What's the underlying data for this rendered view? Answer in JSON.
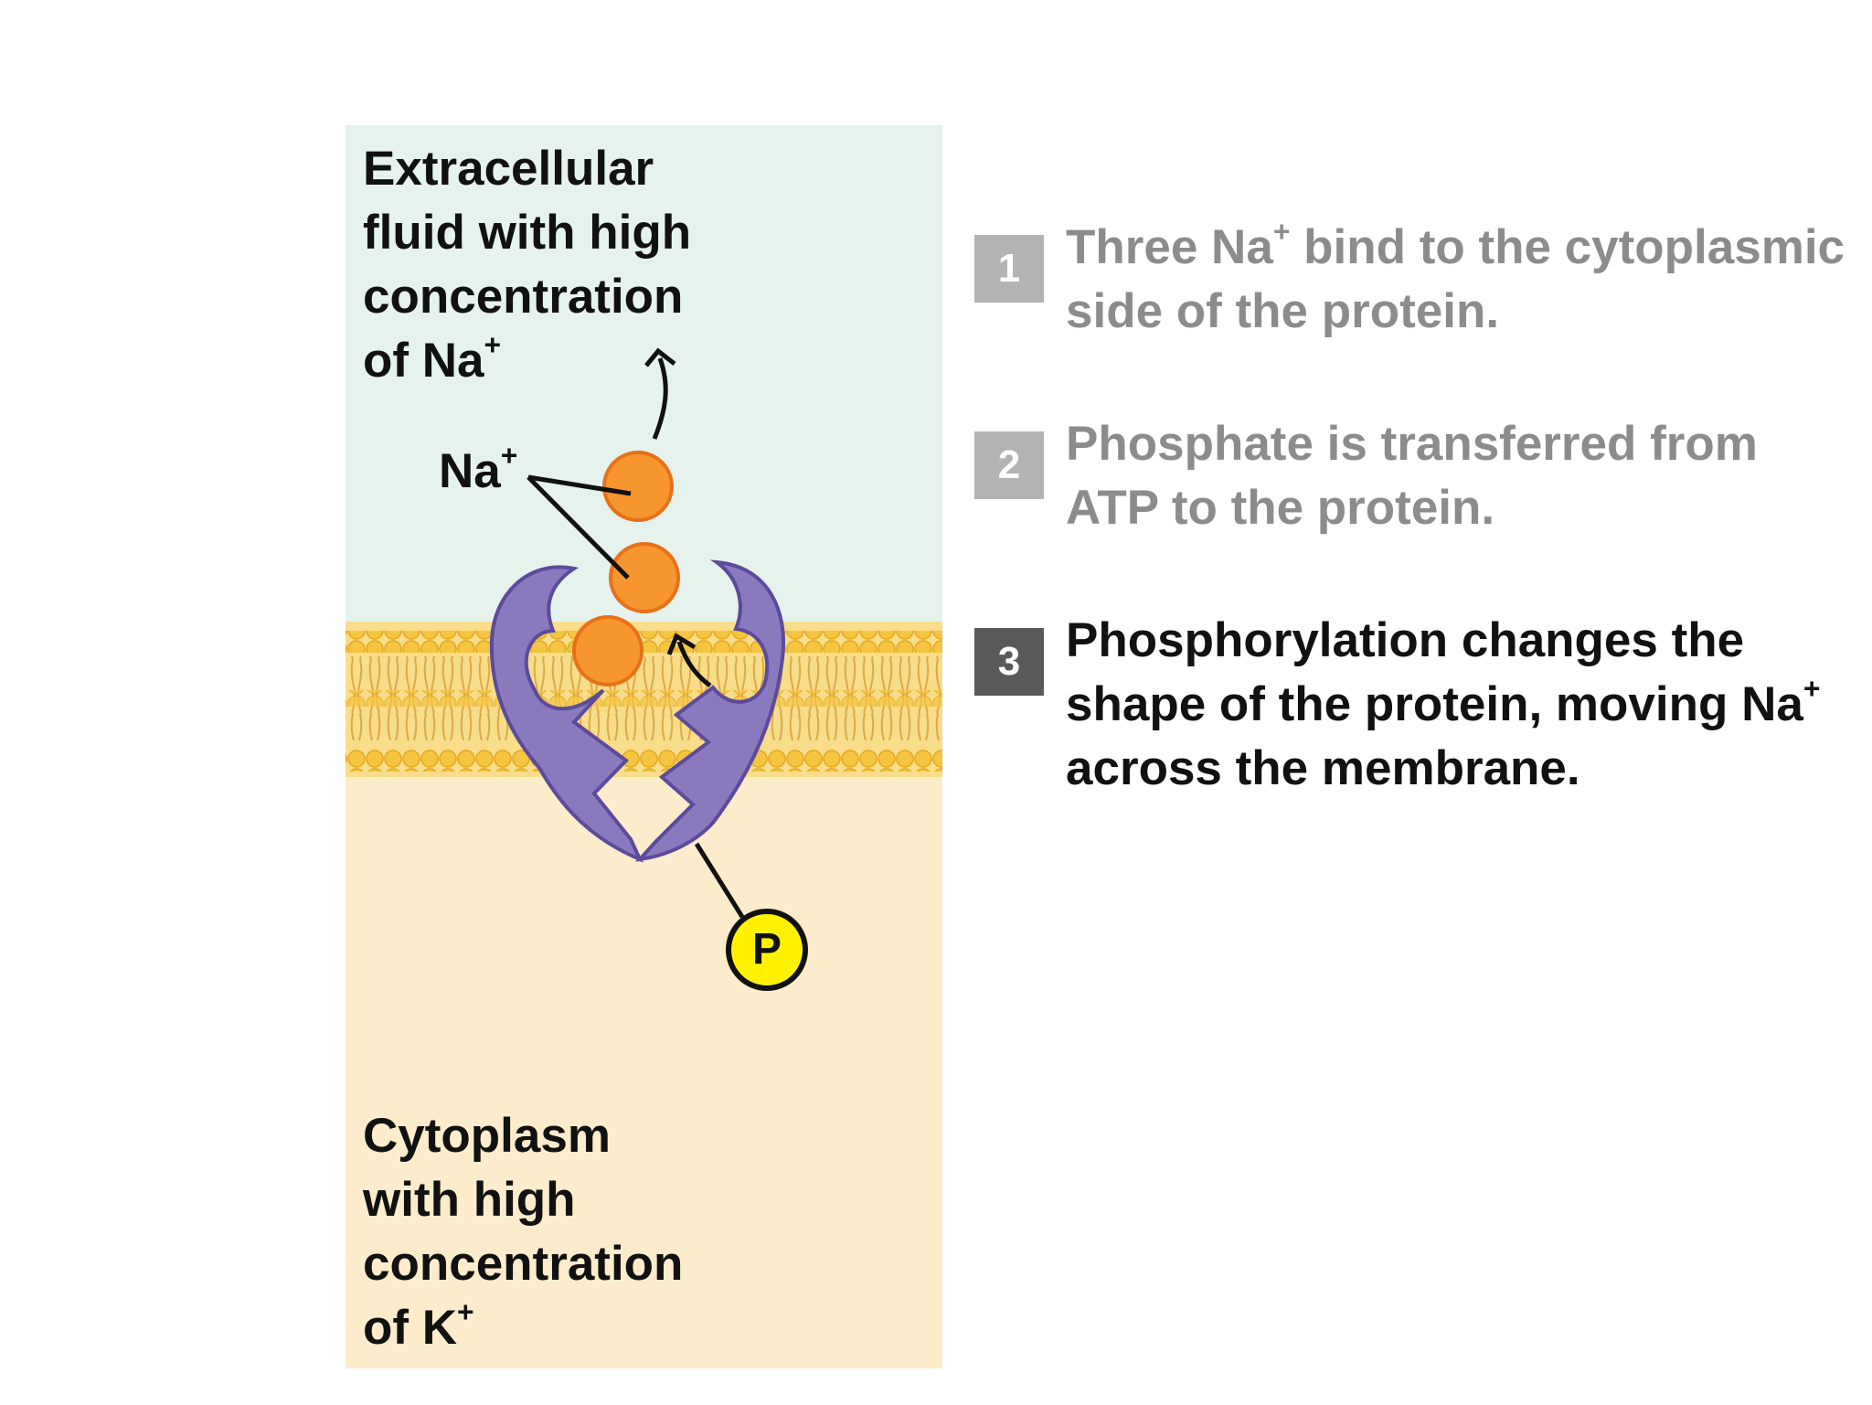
{
  "diagram": {
    "regions": {
      "extracellular": {
        "lines": [
          "Extracellular",
          "fluid with high",
          "concentration",
          "of Na"
        ],
        "sup": "+",
        "color": "#e6f3ec"
      },
      "cytoplasm": {
        "lines": [
          "Cytoplasm",
          "with high",
          "concentration",
          "of K"
        ],
        "sup": "+",
        "color": "#fdeccb"
      }
    },
    "membrane_color": "#f5c542",
    "ion_label": {
      "text": "Na",
      "sup": "+"
    },
    "ion_color": "#f7962e",
    "protein_color": "#8a79bd",
    "phosphate": {
      "label": "P",
      "color": "#fff200"
    }
  },
  "steps": [
    {
      "number": "1",
      "parts": [
        "Three Na",
        "+",
        " bind to the cytoplasmic side of the protein."
      ],
      "state": "dim"
    },
    {
      "number": "2",
      "parts": [
        "Phosphate is transferred from ATP to the protein."
      ],
      "state": "dim"
    },
    {
      "number": "3",
      "parts": [
        "Phosphorylation changes the shape of the protein, moving Na",
        "+",
        " across the membrane."
      ],
      "state": "active"
    }
  ]
}
